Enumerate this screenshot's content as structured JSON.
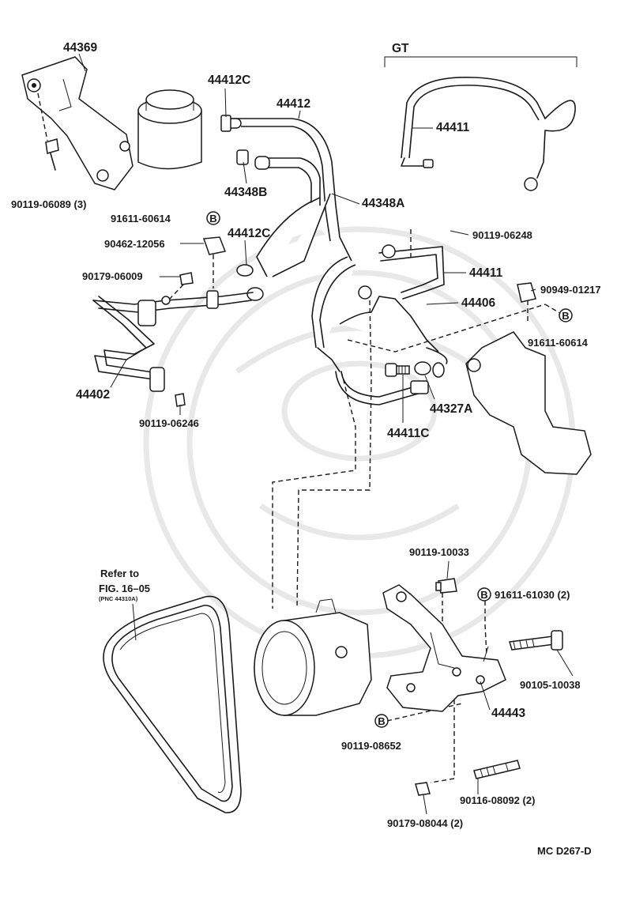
{
  "parts": {
    "p44369": "44369",
    "p90119_06089": "90119-06089 (3)",
    "p44412C_top": "44412C",
    "p44412": "44412",
    "p44348B": "44348B",
    "p44348A": "44348A",
    "gt": "GT",
    "p44411_gt": "44411",
    "p91611_60614_left": "91611-60614",
    "p90462_12056": "90462-12056",
    "p44412C_mid": "44412C",
    "p90179_06009": "90179-06009",
    "p90119_06248": "90119-06248",
    "p44411_mid": "44411",
    "p90949_01217": "90949-01217",
    "p44406": "44406",
    "p91611_60614_right": "91611-60614",
    "p44402": "44402",
    "p90119_06246": "90119-06246",
    "p44327A": "44327A",
    "p44411C": "44411C",
    "p90119_10033": "90119-10033",
    "p91611_61030": "91611-61030 (2)",
    "p90105_10038": "90105-10038",
    "p44443": "44443",
    "p90119_08652": "90119-08652",
    "p90116_08092": "90116-08092 (2)",
    "p90179_08044": "90179-08044 (2)"
  },
  "bolt_marker": "B",
  "refer": {
    "line1": "Refer to",
    "line2": "FIG. 16–05",
    "line3": "(PNC 44310A)"
  },
  "diagram_code": "MC D267-D"
}
